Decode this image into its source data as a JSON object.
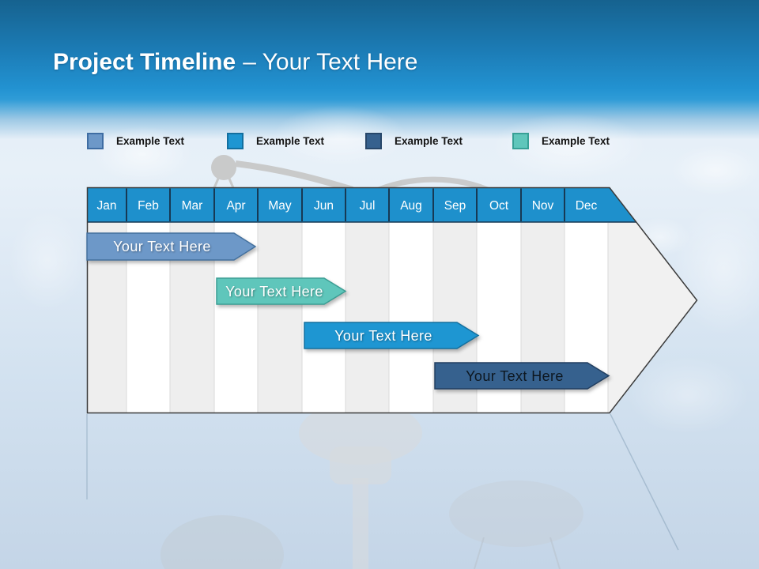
{
  "slide": {
    "title": {
      "bold": "Project Timeline",
      "regular": "– Your Text Here"
    }
  },
  "legend": {
    "items": [
      {
        "label": "Example Text",
        "color": "#6d98c8"
      },
      {
        "label": "Example Text",
        "color": "#1e96d2"
      },
      {
        "label": "Example Text",
        "color": "#36618e"
      },
      {
        "label": "Example Text",
        "color": "#5fc6bb"
      }
    ]
  },
  "timeline": {
    "months": [
      "Jan",
      "Feb",
      "Mar",
      "Apr",
      "May",
      "Jun",
      "Jul",
      "Aug",
      "Sep",
      "Oct",
      "Nov",
      "Dec"
    ],
    "header_color": "#1e90cc",
    "bars": [
      {
        "label": "Your Text Here",
        "color": "#6d98c8",
        "text_color": "#ffffff",
        "start_month": "Jan",
        "end_month": "Apr"
      },
      {
        "label": "Your Text Here",
        "color": "#5fc6bb",
        "text_color": "#ffffff",
        "start_month": "Apr",
        "end_month": "Jun"
      },
      {
        "label": "Your Text Here",
        "color": "#1e96d2",
        "text_color": "#ffffff",
        "start_month": "Jun",
        "end_month": "Sep"
      },
      {
        "label": "Your Text Here",
        "color": "#36618e",
        "text_color": "#111111",
        "start_month": "Sep",
        "end_month": "Dec"
      }
    ]
  }
}
